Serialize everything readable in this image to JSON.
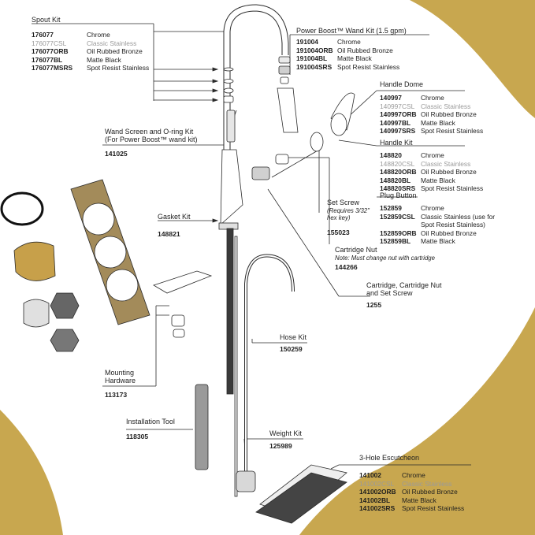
{
  "colors": {
    "accent_gold": "#c8a74f",
    "line": "#2a2a2a",
    "muted": "#9a9a9a"
  },
  "spout": {
    "title": "Spout Kit",
    "rows": [
      {
        "code": "176077",
        "finish": "Chrome",
        "muted": false
      },
      {
        "code": "176077CSL",
        "finish": "Classic Stainless",
        "muted": true
      },
      {
        "code": "176077ORB",
        "finish": "Oil Rubbed Bronze",
        "muted": false
      },
      {
        "code": "176077BL",
        "finish": "Matte Black",
        "muted": false
      },
      {
        "code": "176077MSRS",
        "finish": "Spot Resist Stainless",
        "muted": false
      }
    ]
  },
  "wand": {
    "title": "Power Boost™ Wand Kit (1.5 gpm)",
    "rows": [
      {
        "code": "191004",
        "finish": "Chrome",
        "muted": false
      },
      {
        "code": "191004ORB",
        "finish": "Oil Rubbed Bronze",
        "muted": false
      },
      {
        "code": "191004BL",
        "finish": "Matte Black",
        "muted": false
      },
      {
        "code": "191004SRS",
        "finish": "Spot Resist Stainless",
        "muted": false
      }
    ]
  },
  "dome": {
    "title": "Handle Dome",
    "rows": [
      {
        "code": "140997",
        "finish": "Chrome",
        "muted": false
      },
      {
        "code": "140997CSL",
        "finish": "Classic Stainless",
        "muted": true
      },
      {
        "code": "140997ORB",
        "finish": "Oil Rubbed Bronze",
        "muted": false
      },
      {
        "code": "140997BL",
        "finish": "Matte Black",
        "muted": false
      },
      {
        "code": "140997SRS",
        "finish": "Spot Resist Stainless",
        "muted": false
      }
    ]
  },
  "handle": {
    "title": "Handle Kit",
    "rows": [
      {
        "code": "148820",
        "finish": "Chrome",
        "muted": false
      },
      {
        "code": "148820CSL",
        "finish": "Classic Stainless",
        "muted": true
      },
      {
        "code": "148820ORB",
        "finish": "Oil Rubbed Bronze",
        "muted": false
      },
      {
        "code": "148820BL",
        "finish": "Matte Black",
        "muted": false
      },
      {
        "code": "148820SRS",
        "finish": "Spot Resist Stainless",
        "muted": false
      }
    ]
  },
  "plug": {
    "title": "Plug Button"
  },
  "plug_codes": {
    "rows": [
      {
        "code": "152859",
        "finish": "Chrome",
        "muted": false
      },
      {
        "code": "152859CSL",
        "finish": "Classic Stainless (use for",
        "muted": false
      },
      {
        "code": "",
        "finish": "Spot Resist Stainless)",
        "muted": false
      },
      {
        "code": "152859ORB",
        "finish": "Oil Rubbed Bronze",
        "muted": false
      },
      {
        "code": "152859BL",
        "finish": "Matte Black",
        "muted": false
      }
    ]
  },
  "wand_screen": {
    "title_line1": "Wand Screen and O-ring Kit",
    "title_line2": "(For Power Boost™ wand kit)",
    "code": "141025"
  },
  "set_screw": {
    "title": "Set Screw",
    "note_line1": "(Requires 3/32\"",
    "note_line2": "hex key)",
    "code": "155023"
  },
  "cartridge_nut": {
    "title": "Cartridge Nut",
    "note": "Note: Must change nut with cartridge",
    "code": "144266"
  },
  "cartridge": {
    "title_line1": "Cartridge, Cartridge Nut",
    "title_line2": "and Set Screw",
    "code": "1255"
  },
  "gasket": {
    "title": "Gasket Kit",
    "code": "148821"
  },
  "hose": {
    "title": "Hose Kit",
    "code": "150259"
  },
  "mounting": {
    "title_line1": "Mounting",
    "title_line2": "Hardware",
    "code": "113173"
  },
  "tool": {
    "title": "Installation Tool",
    "code": "118305"
  },
  "weight": {
    "title": "Weight Kit",
    "code": "125989"
  },
  "escutcheon": {
    "title": "3-Hole Escutcheon",
    "rows": [
      {
        "code": "141002",
        "finish": "Chrome",
        "muted": false
      },
      {
        "code": "141002CSL",
        "finish": "Classic Stainless",
        "muted": true
      },
      {
        "code": "141002ORB",
        "finish": "Oil Rubbed Bronze",
        "muted": false
      },
      {
        "code": "141002BL",
        "finish": "Matte Black",
        "muted": false
      },
      {
        "code": "141002SRS",
        "finish": "Spot Resist Stainless",
        "muted": false
      }
    ]
  }
}
